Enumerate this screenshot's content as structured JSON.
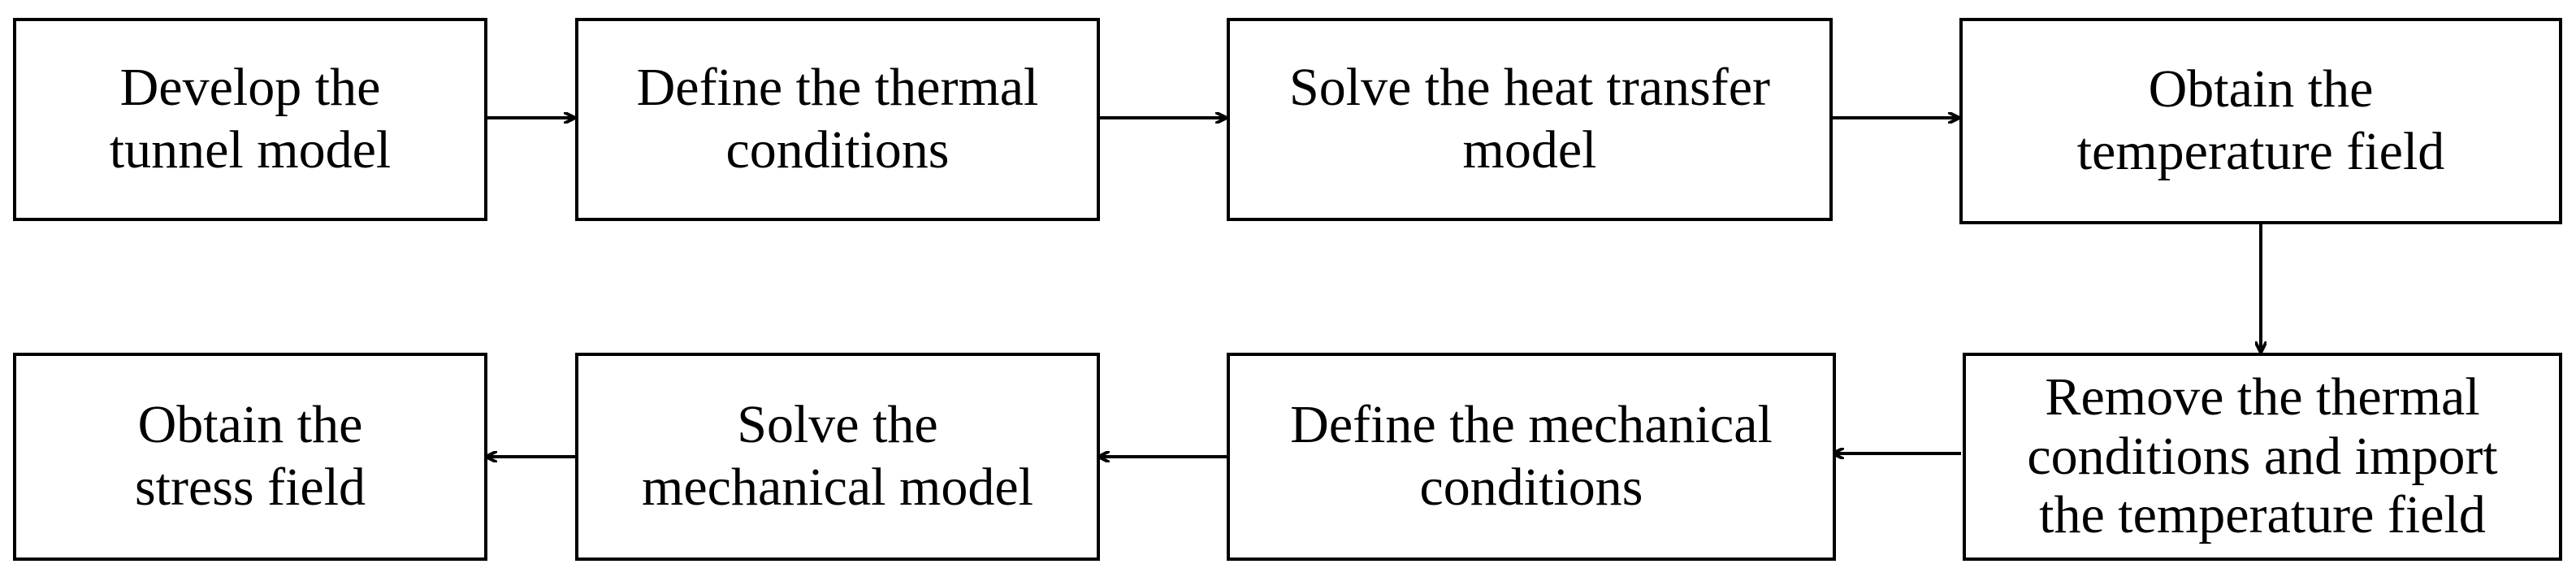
{
  "steps": [
    {
      "id": "develop-model",
      "label": "Develop the\ntunnel model"
    },
    {
      "id": "define-thermal",
      "label": "Define the thermal\nconditions"
    },
    {
      "id": "solve-heat",
      "label": "Solve the heat transfer\nmodel"
    },
    {
      "id": "obtain-temperature",
      "label": "Obtain the\ntemperature field"
    },
    {
      "id": "remove-thermal",
      "label": "Remove the thermal\nconditions and import\nthe temperature field"
    },
    {
      "id": "define-mechanical",
      "label": "Define the mechanical\nconditions"
    },
    {
      "id": "solve-mechanical",
      "label": "Solve the\nmechanical model"
    },
    {
      "id": "obtain-stress",
      "label": "Obtain the\nstress field"
    }
  ],
  "flow": [
    {
      "from": "develop-model",
      "to": "define-thermal"
    },
    {
      "from": "define-thermal",
      "to": "solve-heat"
    },
    {
      "from": "solve-heat",
      "to": "obtain-temperature"
    },
    {
      "from": "obtain-temperature",
      "to": "remove-thermal"
    },
    {
      "from": "remove-thermal",
      "to": "define-mechanical"
    },
    {
      "from": "define-mechanical",
      "to": "solve-mechanical"
    },
    {
      "from": "solve-mechanical",
      "to": "obtain-stress"
    }
  ],
  "colors": {
    "stroke": "#000000",
    "background": "#ffffff"
  }
}
